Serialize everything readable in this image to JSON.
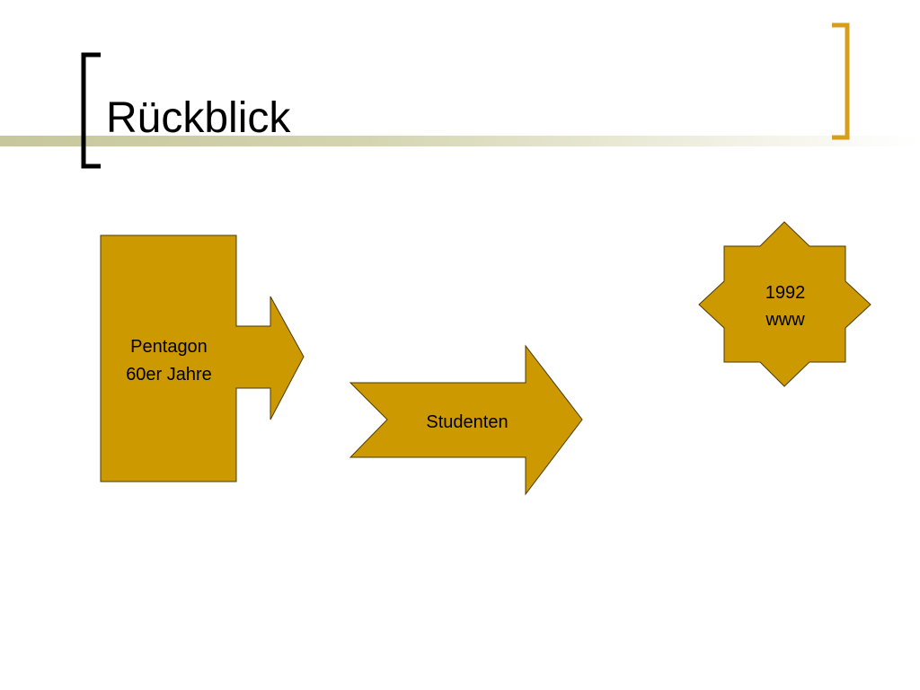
{
  "slide": {
    "title": "Rückblick",
    "colors": {
      "accent_bracket": "#D99D1C",
      "shape_fill": "#CC9900",
      "shape_stroke": "#4D3A00",
      "title_bar": "#C6C79A"
    }
  },
  "shapes": {
    "pentagon": {
      "line1": "Pentagon",
      "line2": "60er Jahre"
    },
    "studenten": {
      "label": "Studenten"
    },
    "star": {
      "line1": "1992",
      "line2": "www"
    }
  }
}
